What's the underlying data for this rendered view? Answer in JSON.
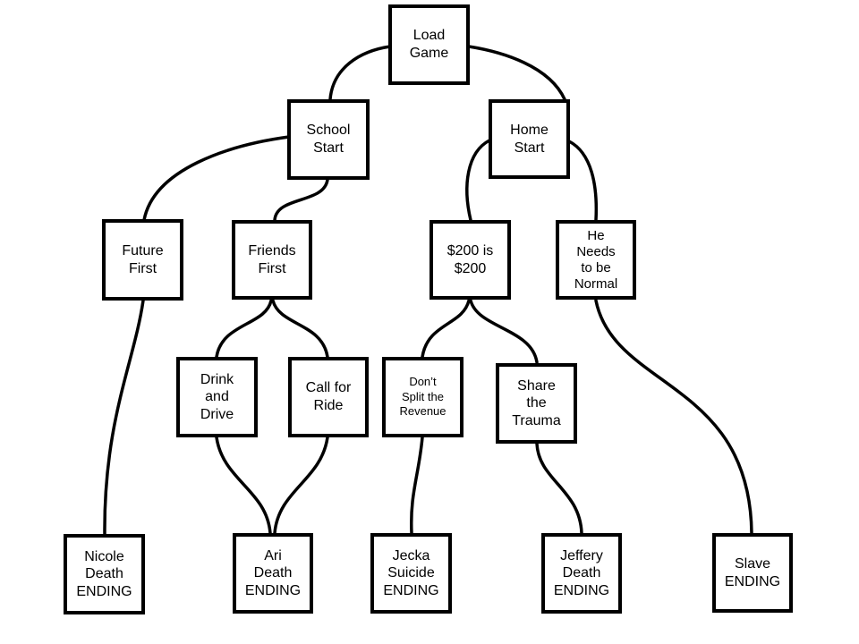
{
  "diagram": {
    "type": "flowchart",
    "background_color": "#ffffff",
    "node_border_color": "#000000",
    "edge_color": "#000000",
    "text_color": "#000000",
    "nodes": {
      "load_game": {
        "label": "Load\nGame"
      },
      "school_start": {
        "label": "School\nStart"
      },
      "home_start": {
        "label": "Home\nStart"
      },
      "future_first": {
        "label": "Future\nFirst"
      },
      "friends_first": {
        "label": "Friends\nFirst"
      },
      "two_hundred": {
        "label": "$200 is\n$200"
      },
      "he_needs_normal": {
        "label": "He\nNeeds\nto be\nNormal"
      },
      "drink_and_drive": {
        "label": "Drink\nand\nDrive"
      },
      "call_for_ride": {
        "label": "Call for\nRide"
      },
      "dont_split_revenue": {
        "label": "Don’t\nSplit the\nRevenue"
      },
      "share_the_trauma": {
        "label": "Share\nthe\nTrauma"
      },
      "nicole_death": {
        "label": "Nicole\nDeath\nENDING"
      },
      "ari_death": {
        "label": "Ari\nDeath\nENDING"
      },
      "jecka_suicide": {
        "label": "Jecka\nSuicide\nENDING"
      },
      "jeffery_death": {
        "label": "Jeffery\nDeath\nENDING"
      },
      "slave_ending": {
        "label": "Slave\nENDING"
      }
    },
    "edges": [
      {
        "from": "load_game",
        "to": "school_start"
      },
      {
        "from": "load_game",
        "to": "home_start"
      },
      {
        "from": "school_start",
        "to": "future_first"
      },
      {
        "from": "school_start",
        "to": "friends_first"
      },
      {
        "from": "home_start",
        "to": "two_hundred"
      },
      {
        "from": "home_start",
        "to": "he_needs_normal"
      },
      {
        "from": "future_first",
        "to": "nicole_death"
      },
      {
        "from": "friends_first",
        "to": "drink_and_drive"
      },
      {
        "from": "friends_first",
        "to": "call_for_ride"
      },
      {
        "from": "two_hundred",
        "to": "dont_split_revenue"
      },
      {
        "from": "two_hundred",
        "to": "share_the_trauma"
      },
      {
        "from": "drink_and_drive",
        "to": "ari_death"
      },
      {
        "from": "call_for_ride",
        "to": "ari_death"
      },
      {
        "from": "dont_split_revenue",
        "to": "jecka_suicide"
      },
      {
        "from": "share_the_trauma",
        "to": "jeffery_death"
      },
      {
        "from": "he_needs_normal",
        "to": "slave_ending"
      }
    ]
  }
}
